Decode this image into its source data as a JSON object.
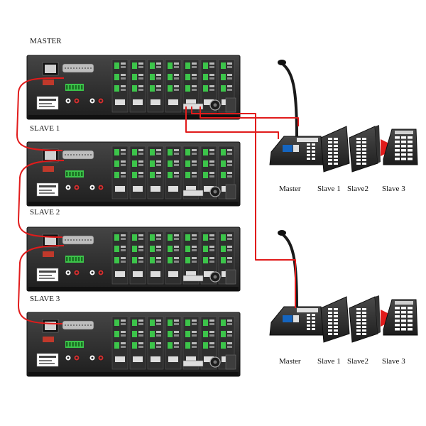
{
  "units": [
    {
      "label": "MASTER"
    },
    {
      "label": "SLAVE 1"
    },
    {
      "label": "SLAVE 2"
    },
    {
      "label": "SLAVE 3"
    }
  ],
  "consoles": [
    {
      "captions": [
        "Master",
        "Slave 1",
        "Slave2",
        "Slave 3"
      ]
    },
    {
      "captions": [
        "Master",
        "Slave 1",
        "Slave2",
        "Slave 3"
      ]
    }
  ],
  "colors": {
    "cable": "#e11b1b",
    "chassis": "#2a2a2a",
    "panel": "#3a3a3a",
    "accent_green": "#3cc44a",
    "white": "#ffffff"
  }
}
